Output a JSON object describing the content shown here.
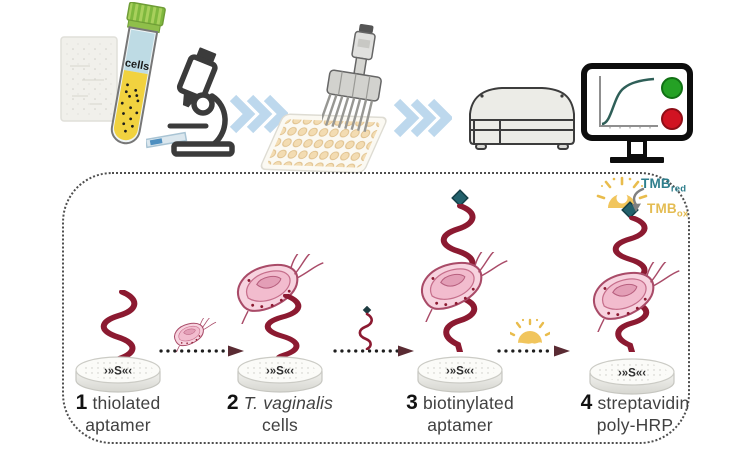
{
  "top_row": {
    "tube_label": "cells",
    "icons": {
      "sample_plate": "dotted-culture-plate",
      "cells_tube": "test-tube-with-cells",
      "microscope": "microscope",
      "flow_arrow": "triple-chevron-right",
      "pipette": "multichannel-pipette",
      "well_plate": "96-well-plate",
      "plate_reader": "microplate-reader",
      "monitor": "monitor-with-sigmoid-curve",
      "positive_dot": "green-circle",
      "negative_dot": "red-circle"
    }
  },
  "assay_box": {
    "disc_label": "›»S«‹",
    "steps": [
      {
        "number": "1",
        "line1": "thiolated",
        "line2": "aptamer"
      },
      {
        "number": "2",
        "line1": "T. vaginalis",
        "line2": "cells"
      },
      {
        "number": "3",
        "line1": "biotinylated",
        "line2": "aptamer"
      },
      {
        "number": "4",
        "line1": "streptavidin",
        "line2": "poly-HRP"
      }
    ],
    "tmb_red": {
      "base": "TMB",
      "sub": "red"
    },
    "tmb_ox": {
      "base": "TMB",
      "sub": "ox"
    }
  },
  "colors": {
    "aptamer": "#8C1A31",
    "cell_fill": "#F7D3DF",
    "cell_outline": "#A94B68",
    "biotin_diamond": "#23616C",
    "hrp_yellow": "#F1C55C",
    "tmb_red_text": "#2E7E8C",
    "tmb_ox_text": "#E4BC52",
    "chevron_blue": "#BDD8ED",
    "green_dot": "#25A125",
    "red_dot": "#D11322",
    "arrowhead": "#5A2B33"
  }
}
